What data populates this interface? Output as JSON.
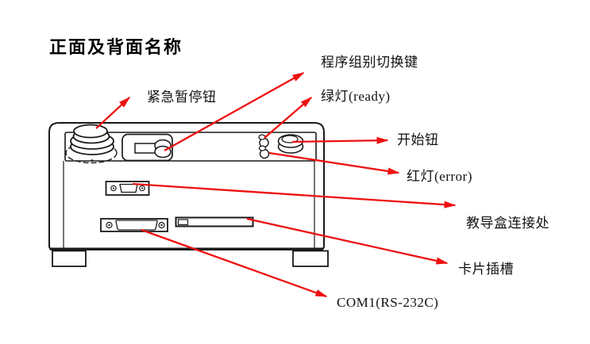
{
  "title": "正面及背面名称",
  "labels": {
    "program_switch": "程序组别切换键",
    "emergency_stop": "紧急暂停钮",
    "green_light": "绿灯(ready)",
    "start_button": "开始钮",
    "red_light": "红灯(error)",
    "teach_pendant": "教导盒连接处",
    "card_slot": "卡片插槽",
    "com1": "COM1(RS-232C)"
  },
  "colors": {
    "arrow_red": "#ee1010",
    "line_black": "#1a1a1a",
    "background": "#ffffff"
  }
}
